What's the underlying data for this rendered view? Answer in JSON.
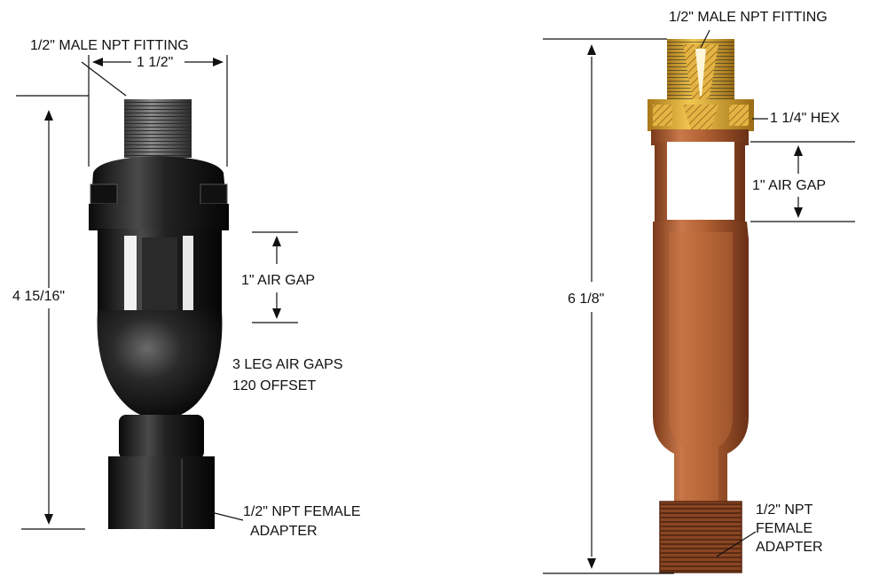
{
  "left_valve": {
    "fitting_label": "1/2\" MALE NPT FITTING",
    "width_dim": "1 1/2\"",
    "height_dim": "4 15/16\"",
    "air_gap_label": "1\" AIR GAP",
    "leg_gaps_line1": "3 LEG AIR GAPS",
    "leg_gaps_line2": "120 OFFSET",
    "adapter_line1": "1/2\" NPT FEMALE",
    "adapter_line2": "ADAPTER",
    "colors": {
      "body": "#1a1a1a",
      "highlight": "#5a5a5a",
      "thread": "#6b6b6b"
    }
  },
  "right_valve": {
    "fitting_label": "1/2\" MALE NPT FITTING",
    "hex_label": "1 1/4\" HEX",
    "air_gap_label": "1\" AIR GAP",
    "height_dim": "6 1/8\"",
    "adapter_line1": "1/2\" NPT",
    "adapter_line2": "FEMALE",
    "adapter_line3": "ADAPTER",
    "colors": {
      "copper": "#b8683a",
      "copper_dark": "#7a3d1c",
      "brass": "#e0b030",
      "brass_dark": "#a8781a"
    }
  }
}
